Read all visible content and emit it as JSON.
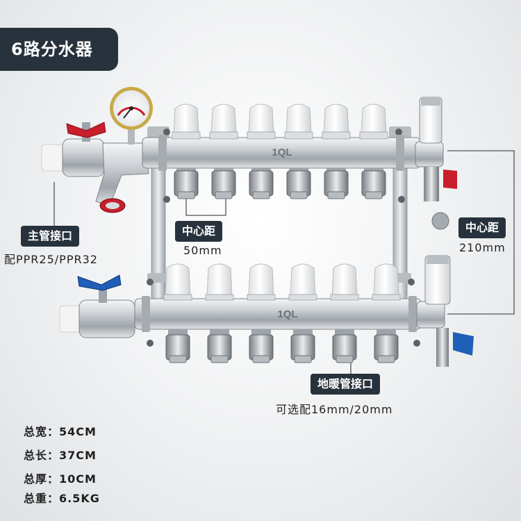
{
  "title": "6路分水器",
  "brand_mark": "1QL",
  "callouts": {
    "main_pipe": {
      "label": "主管接口",
      "detail": "配PPR25/PPR32"
    },
    "center_distance_loop": {
      "label": "中心距",
      "detail": "50mm"
    },
    "center_distance_bar": {
      "label": "中心距",
      "detail": "210mm"
    },
    "floor_heating": {
      "label": "地暖管接口",
      "detail": "可选配16mm/20mm"
    }
  },
  "specs": [
    {
      "label": "总宽：",
      "value": "54CM"
    },
    {
      "label": "总长：",
      "value": "37CM"
    },
    {
      "label": "总厚：",
      "value": "10CM"
    },
    {
      "label": "总重：",
      "value": "6.5KG"
    }
  ],
  "loops": 6,
  "colors": {
    "tab_bg": "#27323c",
    "steel": "#c9cdd1",
    "brass_nickel": "#d9dcdf",
    "red_handle": "#c81e2a",
    "blue_handle": "#1e5fb8",
    "gauge_rim": "#c9a94a"
  }
}
